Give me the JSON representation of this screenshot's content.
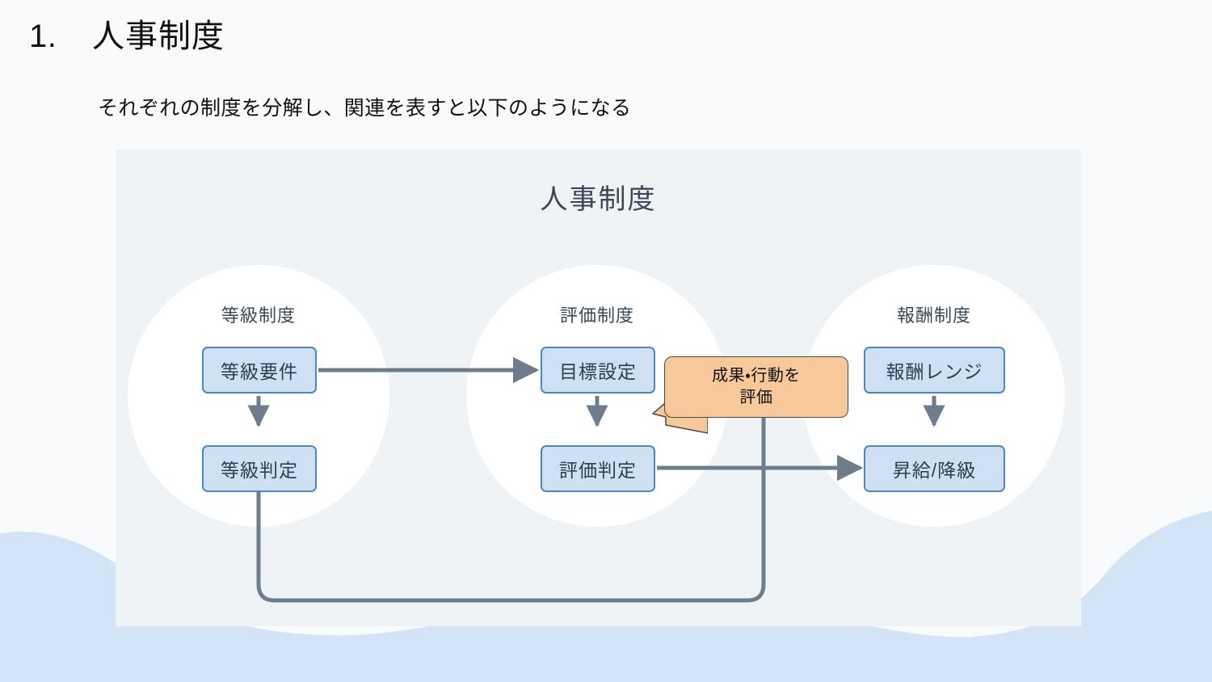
{
  "slide": {
    "heading_number": "1.",
    "heading_title": "人事制度",
    "subtitle": "それぞれの制度を分解し、関連を表すと以下のようになる"
  },
  "diagram": {
    "panel_title": "人事制度",
    "groups": [
      {
        "id": "grade-system",
        "label": "等級制度",
        "nodes": [
          {
            "id": "grade-requirements",
            "label": "等級要件"
          },
          {
            "id": "grade-judgement",
            "label": "等級判定"
          }
        ]
      },
      {
        "id": "evaluation-system",
        "label": "評価制度",
        "nodes": [
          {
            "id": "goal-setting",
            "label": "目標設定"
          },
          {
            "id": "evaluation-judgement",
            "label": "評価判定"
          }
        ]
      },
      {
        "id": "compensation-system",
        "label": "報酬制度",
        "nodes": [
          {
            "id": "compensation-range",
            "label": "報酬レンジ"
          },
          {
            "id": "raise-demotion",
            "label": "昇給/降級"
          }
        ]
      }
    ],
    "callout": {
      "line1": "成果・行動を",
      "line2": "評価"
    },
    "colors": {
      "page_background": "#F8FAFC",
      "wave": "#D4E4F7",
      "panel_background": "#EFF3F6",
      "group_circle": "#FFFFFF",
      "node_fill": "#CFE0F3",
      "node_border": "#4A86C8",
      "node_text": "#2C3E50",
      "connector": "#6E7C8C",
      "callout_fill": "#F7C89A",
      "callout_border": "#4A4A4A",
      "title_text": "#3C4857"
    }
  }
}
